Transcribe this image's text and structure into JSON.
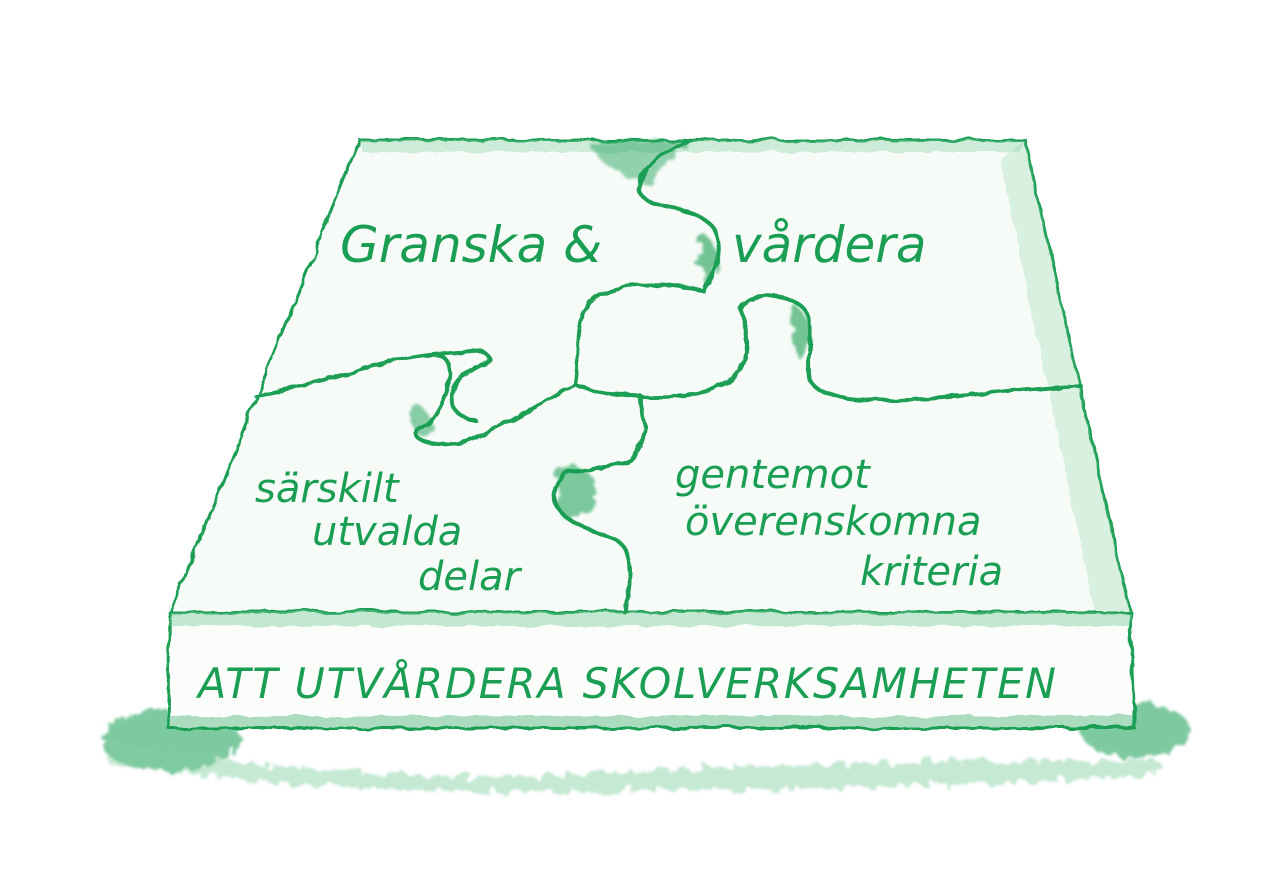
{
  "colors": {
    "ink": "#1a9e54",
    "wash": "#7fcf9d",
    "paper": "#ffffff"
  },
  "pieces": {
    "top_left": "Granska &",
    "top_right": "vårdera",
    "bottom_left": [
      "särskilt",
      "utvalda",
      "delar"
    ],
    "bottom_right": [
      "gentemot",
      "överenskomna",
      "kriteria"
    ]
  },
  "base": {
    "caption": "ATT UTVÅRDERA SKOLVERKSAMHETEN"
  }
}
